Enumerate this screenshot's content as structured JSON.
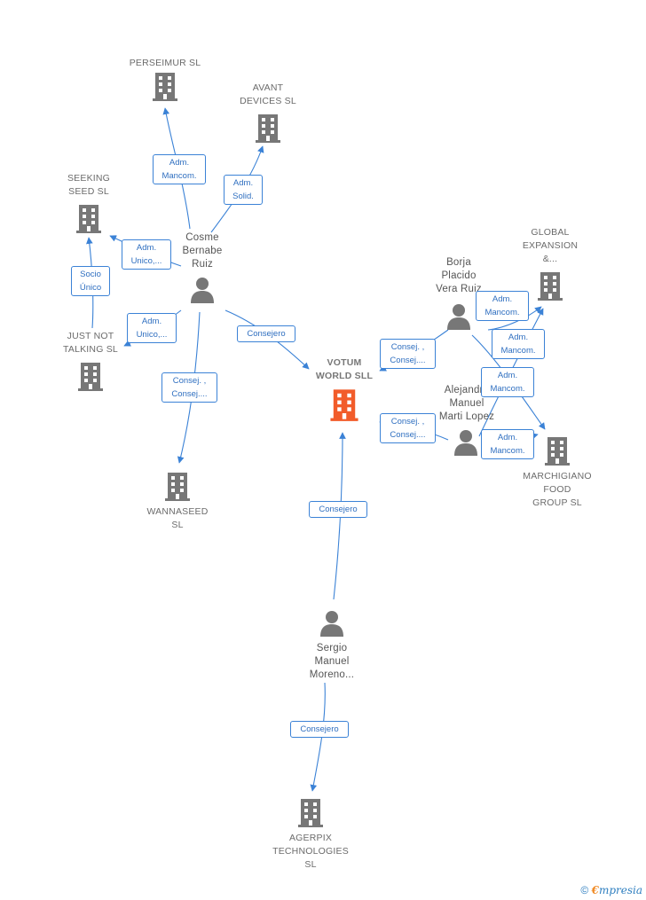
{
  "colors": {
    "building": "#777777",
    "building_main": "#f25c2a",
    "edge": "#3b82d6",
    "person": "#777777"
  },
  "nodes": {
    "perseimur": {
      "label": "PERSEIMUR SL"
    },
    "avant": {
      "label": "AVANT\nDEVICES SL"
    },
    "seeking": {
      "label": "SEEKING\nSEED SL"
    },
    "cosme": {
      "label": "Cosme\nBernabe\nRuiz"
    },
    "justnot": {
      "label": "JUST NOT\nTALKING SL"
    },
    "votum": {
      "label": "VOTUM\nWORLD SLL"
    },
    "global": {
      "label": "GLOBAL\nEXPANSION\n&..."
    },
    "borja": {
      "label": "Borja\nPlacido\nVera Ruiz"
    },
    "alejandro": {
      "label": "Alejandro\nManuel\nMarti Lopez"
    },
    "marchigiano": {
      "label": "MARCHIGIANO\nFOOD\nGROUP SL"
    },
    "wannaseed": {
      "label": "WANNASEED\nSL"
    },
    "sergio": {
      "label": "Sergio\nManuel\nMoreno..."
    },
    "agerpix": {
      "label": "AGERPIX\nTECHNOLOGIES\nSL"
    }
  },
  "edges": {
    "cosme_perseimur": "Adm.\nMancom.",
    "cosme_avant": "Adm.\nSolid.",
    "cosme_seeking": "Adm.\nUnico,...",
    "justnot_seeking": "Socio\nÚnico",
    "cosme_justnot": "Adm.\nUnico,...",
    "cosme_votum": "Consejero",
    "cosme_wannaseed": "Consej. ,\nConsej....",
    "borja_votum": "Consej. ,\nConsej....",
    "alejandro_votum": "Consej. ,\nConsej....",
    "borja_global": "Adm.\nMancom.",
    "alejandro_global": "Adm.\nMancom.",
    "borja_marchigiano": "Adm.\nMancom.",
    "alejandro_marchigiano": "Adm.\nMancom.",
    "sergio_votum": "Consejero",
    "sergio_agerpix": "Consejero"
  },
  "footer": {
    "copyright": "©",
    "brand_initial": "€",
    "brand_rest": "mpresia"
  }
}
